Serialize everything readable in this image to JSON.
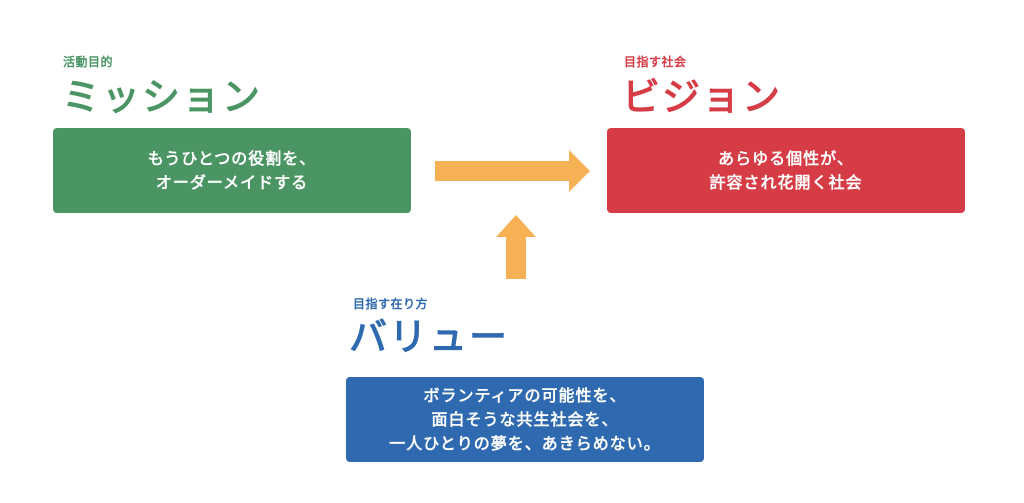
{
  "mission": {
    "subtitle": "活動目的",
    "title": "ミッション",
    "lines": [
      "もうひとつの役割を、",
      "オーダーメイドする"
    ],
    "color": "#4a9563"
  },
  "vision": {
    "subtitle": "目指す社会",
    "title": "ビジョン",
    "lines": [
      "あらゆる個性が、",
      "許容され花開く社会"
    ],
    "color": "#d63c45"
  },
  "value": {
    "subtitle": "目指す在り方",
    "title": "バリュー",
    "lines": [
      "ボランティアの可能性を、",
      "面白そうな共生社会を、",
      "一人ひとりの夢を、あきらめない。"
    ],
    "color": "#2f6ab0"
  },
  "arrow_color": "#f5b153"
}
